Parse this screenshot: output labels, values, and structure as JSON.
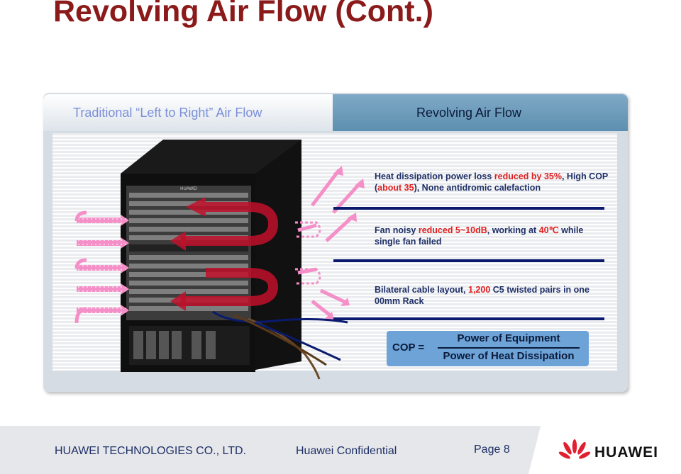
{
  "slide_title": "Revolving Air Flow (Cont.)",
  "tabs": {
    "left": "Traditional “Left to Right” Air Flow",
    "right": "Revolving Air Flow"
  },
  "points": [
    {
      "parts": [
        "Heat dissipation power loss ",
        "reduced by 35%",
        ", High COP (",
        "about 35",
        "), None antidromic calefaction"
      ]
    },
    {
      "parts": [
        "Fan noisy ",
        "reduced 5~10dB",
        ", working at ",
        "40℃",
        " while single fan failed"
      ]
    },
    {
      "parts": [
        "Bilateral cable layout, ",
        "1,200",
        " C5 twisted pairs in one 00mm Rack"
      ]
    }
  ],
  "formula": {
    "label": "COP =",
    "numerator": "Power of Equipment",
    "denominator": "Power of Heat Dissipation"
  },
  "device_brand": "HUAWEI",
  "colors": {
    "title": "#8b1a1a",
    "highlight": "#e02020",
    "body_text": "#1e2f66",
    "arrow_pink": "#f58fc8",
    "arrow_red": "#c0102a",
    "formula_box": "#6ea3d8",
    "logo_red": "#e02030"
  },
  "footer": {
    "company": "HUAWEI TECHNOLOGIES CO., LTD.",
    "confidential": "Huawei Confidential",
    "page": "Page 8",
    "logo_text": "HUAWEI"
  }
}
